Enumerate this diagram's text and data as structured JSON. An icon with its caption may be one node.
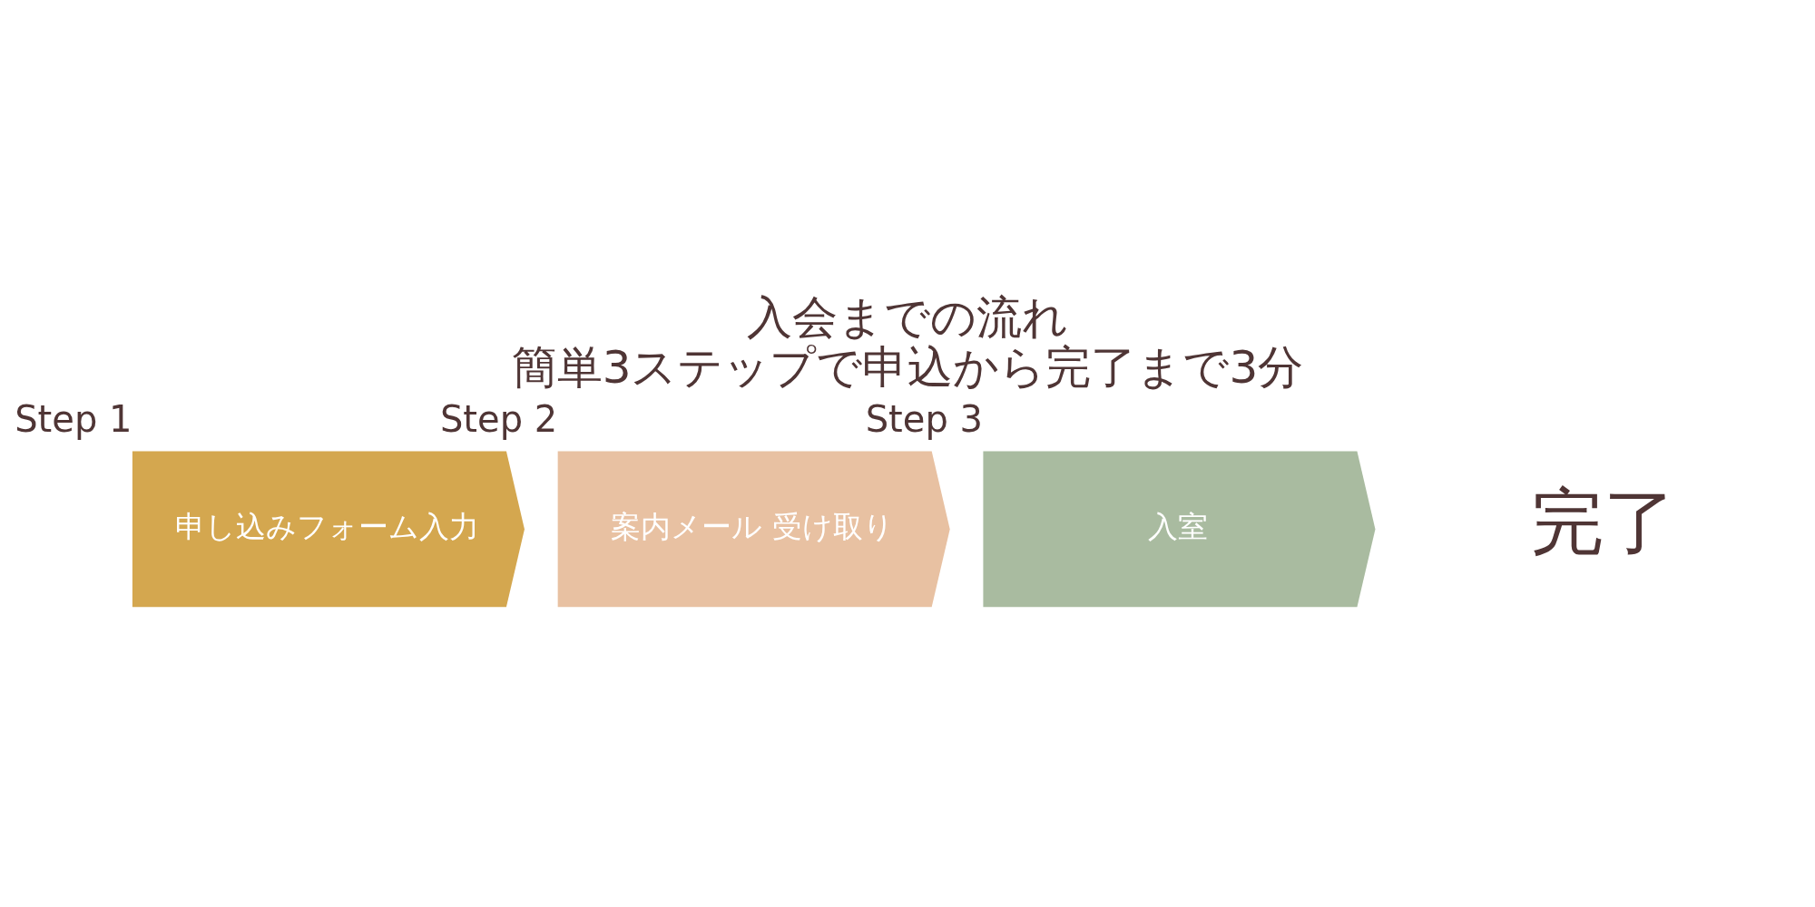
{
  "diagram": {
    "title": "入会までの流れ",
    "caption": "簡単3ステップで申込から完了まで3分",
    "nodes": [
      {
        "text": [
          "申し込みフォーム入力"
        ],
        "beside": [
          "Step 1"
        ]
      },
      {
        "text": [
          "案内メール 受け取り"
        ],
        "beside": [
          "Step 2"
        ]
      },
      {
        "text": [
          "入室"
        ],
        "beside": [
          "Step 3"
        ]
      },
      {
        "text": [
          "完了"
        ]
      }
    ],
    "edges": []
  }
}
